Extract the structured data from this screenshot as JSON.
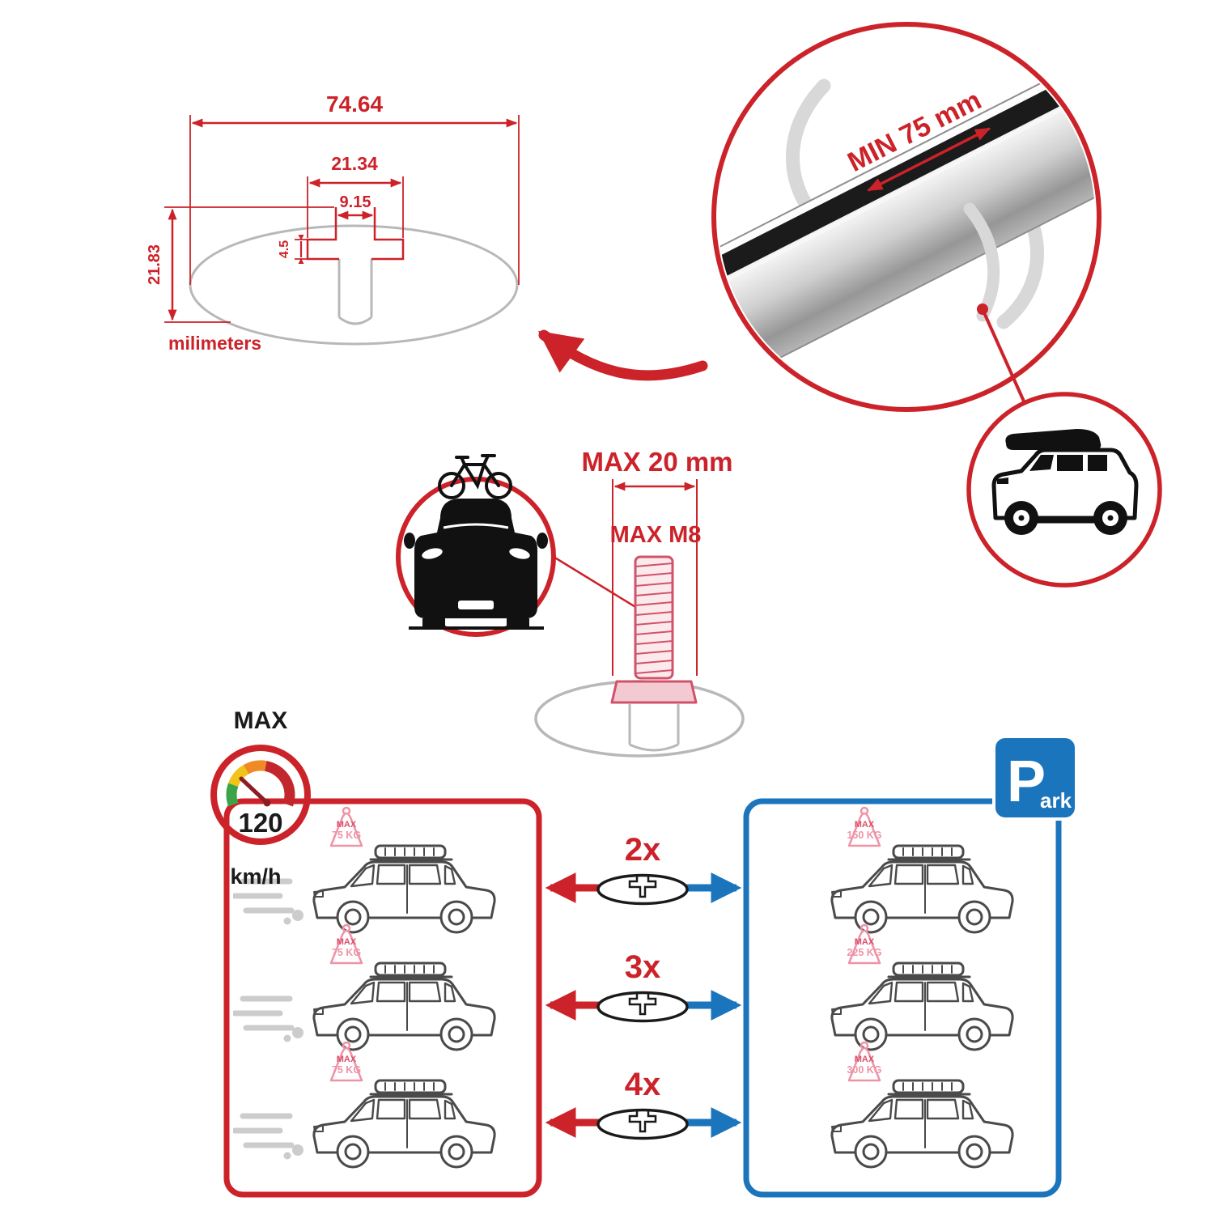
{
  "dims": {
    "outer_width": "74.64",
    "slot_width": "21.34",
    "opening_width": "9.15",
    "lip_height": "4.5",
    "outer_height": "21.83",
    "unit_label": "milimeters"
  },
  "bar_detail": {
    "min_span": "MIN 75 mm"
  },
  "bolt_detail": {
    "max_width": "MAX 20 mm",
    "max_thread": "MAX M8"
  },
  "speed": {
    "max_label": "MAX",
    "value": "120",
    "unit": "km/h"
  },
  "park": {
    "letter": "P",
    "suffix": "ark"
  },
  "multipliers": [
    "2x",
    "3x",
    "4x"
  ],
  "driving_cars": [
    {
      "tag_title": "MAX",
      "tag_value": "75 KG"
    },
    {
      "tag_title": "MAX",
      "tag_value": "75 KG"
    },
    {
      "tag_title": "MAX",
      "tag_value": "75 KG"
    }
  ],
  "parked_cars": [
    {
      "tag_title": "MAX",
      "tag_value": "150 KG"
    },
    {
      "tag_title": "MAX",
      "tag_value": "225 KG"
    },
    {
      "tag_title": "MAX",
      "tag_value": "300 KG"
    }
  ],
  "colors": {
    "red": "#cc2229",
    "blue": "#1b75bc",
    "pink": "#ef93a6",
    "pink_dark": "#d94f6b",
    "metal_dark": "#8f8f8f",
    "line_gray": "#b8b8b8"
  }
}
